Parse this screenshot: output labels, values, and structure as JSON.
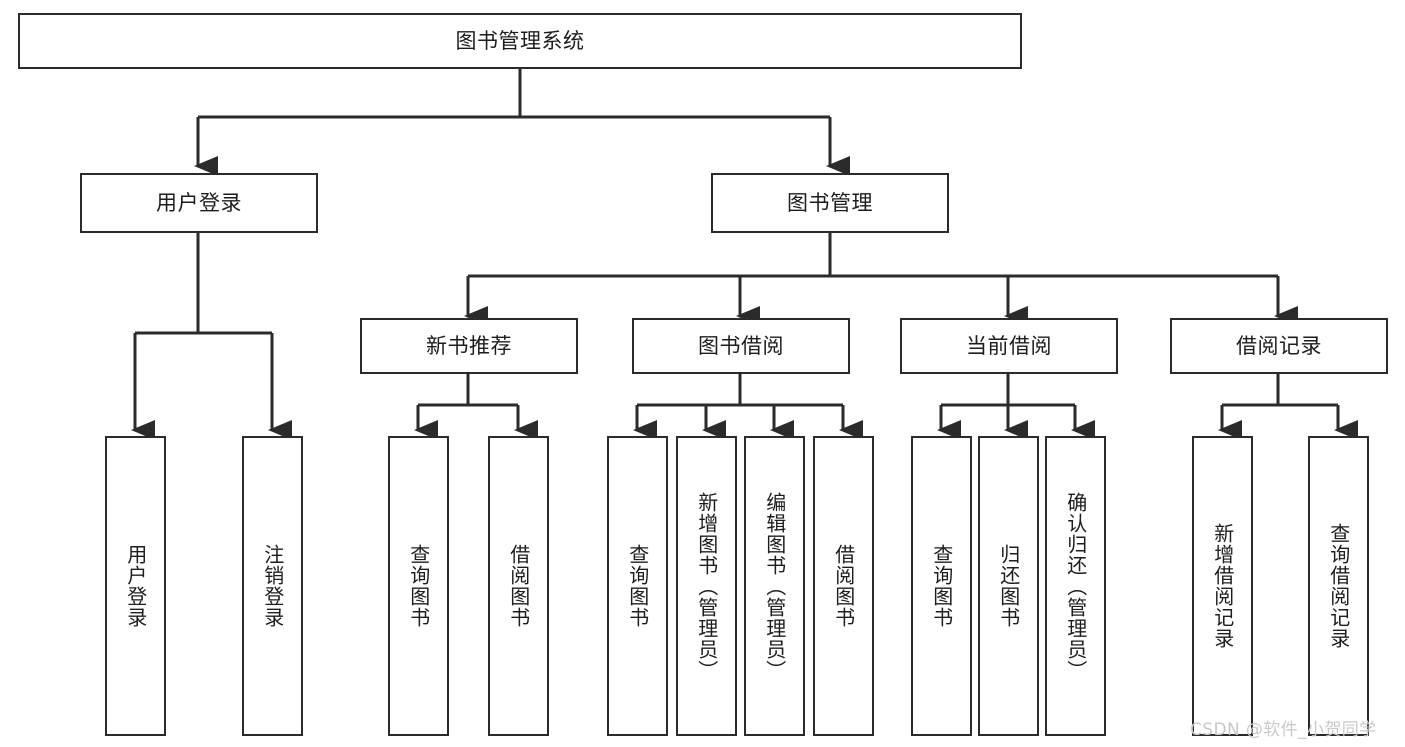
{
  "diagram": {
    "title": "图书管理系统",
    "type": "hierarchy-tree",
    "colors": {
      "box_border": "#2b2b2b",
      "box_fill": "#ffffff",
      "line": "#2b2b2b",
      "text": "#1d1d1d",
      "watermark": "#c9c9c9",
      "background": "#ffffff"
    },
    "root": {
      "label": "图书管理系统"
    },
    "level2": [
      {
        "label": "用户登录"
      },
      {
        "label": "图书管理"
      }
    ],
    "level3": [
      {
        "label": "新书推荐"
      },
      {
        "label": "图书借阅"
      },
      {
        "label": "当前借阅"
      },
      {
        "label": "借阅记录"
      }
    ],
    "leaves": {
      "user_login": [
        {
          "label": "用户登录"
        },
        {
          "label": "注销登录"
        }
      ],
      "new_book_recommend": [
        {
          "label": "查询图书"
        },
        {
          "label": "借阅图书"
        }
      ],
      "book_borrow": [
        {
          "label": "查询图书"
        },
        {
          "label": "新增图书（管理员）"
        },
        {
          "label": "编辑图书（管理员）"
        },
        {
          "label": "借阅图书"
        }
      ],
      "current_borrow": [
        {
          "label": "查询图书"
        },
        {
          "label": "归还图书"
        },
        {
          "label": "确认归还（管理员）"
        }
      ],
      "borrow_record": [
        {
          "label": "新增借阅记录"
        },
        {
          "label": "查询借阅记录"
        }
      ]
    }
  },
  "watermark": {
    "text": "CSDN @软件_小贺同学"
  }
}
